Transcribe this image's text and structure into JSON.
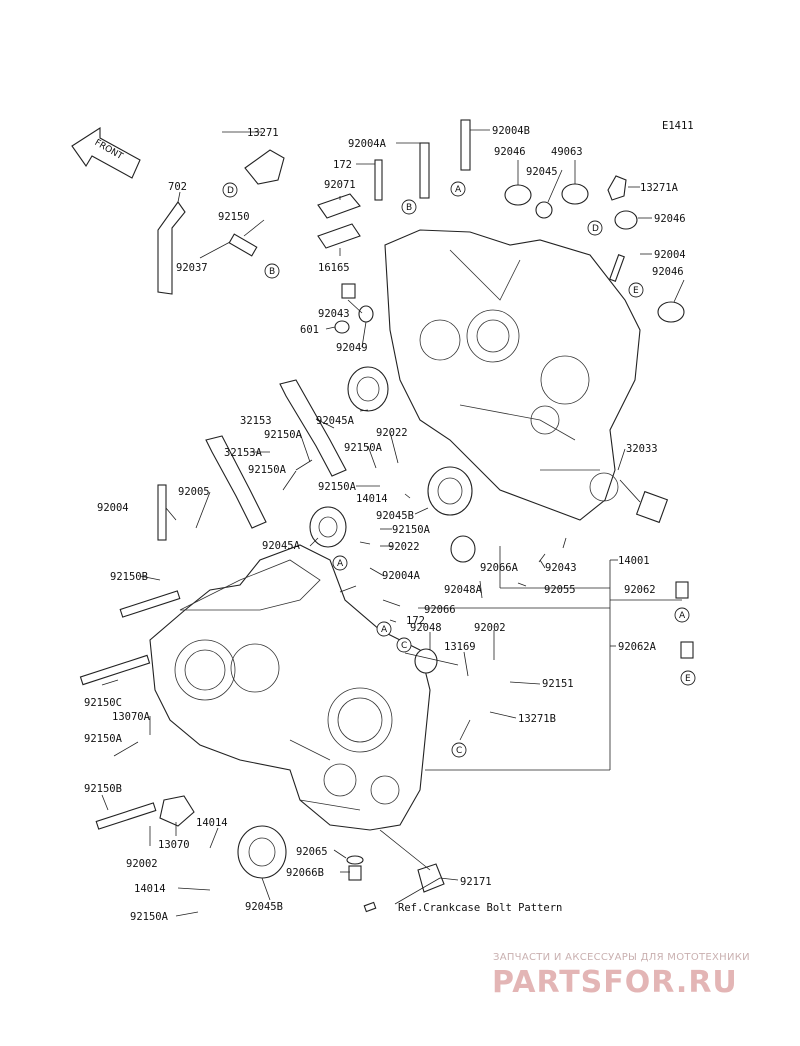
{
  "diagram_code": "E1411",
  "front_label": "FRONT",
  "watermark": {
    "tagline": "ЗАПЧАСТИ И АКСЕССУАРЫ ДЛЯ МОТОТЕХНИКИ",
    "brand": "PARTSFOR.RU"
  },
  "ref_note": "Ref.Crankcase Bolt Pattern",
  "callout_letters": {
    "a": "A",
    "b": "B",
    "c": "C",
    "d": "D",
    "e": "E"
  },
  "parts": {
    "p13271": "13271",
    "p702": "702",
    "p92150": "92150",
    "p92037": "92037",
    "p92004A": "92004A",
    "p92004B": "92004B",
    "p172a": "172",
    "p92071": "92071",
    "p16165": "16165",
    "p92043a": "92043",
    "p601": "601",
    "p92049": "92049",
    "p92046a": "92046",
    "p49063": "49063",
    "p92045": "92045",
    "p13271A": "13271A",
    "p92046b": "92046",
    "p92004a2": "92004",
    "p92046c": "92046",
    "p92045A": "92045A",
    "p32153": "32153",
    "p92150Aa": "92150A",
    "p92022a": "92022",
    "p32153A": "32153A",
    "p92150Ab": "92150A",
    "p92150Ac": "92150A",
    "p14014a": "14014",
    "p92045Ba": "92045B",
    "p92150Ad": "92150A",
    "p92004b2": "92004",
    "p92005": "92005",
    "p92045A2": "92045A",
    "p92022b": "92022",
    "p32033": "32033",
    "p92150B": "92150B",
    "p92004A2": "92004A",
    "p92066A": "92066A",
    "p92043b": "92043",
    "p14001": "14001",
    "p92048A": "92048A",
    "p92055": "92055",
    "p92062": "92062",
    "p92066": "92066",
    "p172b": "172",
    "p92048": "92048",
    "p92002a": "92002",
    "p13169": "13169",
    "p92062A": "92062A",
    "p92150C": "92150C",
    "p13070A": "13070A",
    "p92151": "92151",
    "p13271B": "13271B",
    "p92150Ae": "92150A",
    "p92150Bb": "92150B",
    "p14014b": "14014",
    "p13070": "13070",
    "p92002b": "92002",
    "p92065": "92065",
    "p92066B": "92066B",
    "p92171": "92171",
    "p14014c": "14014",
    "p92045Bb": "92045B",
    "p92150Af": "92150A"
  }
}
